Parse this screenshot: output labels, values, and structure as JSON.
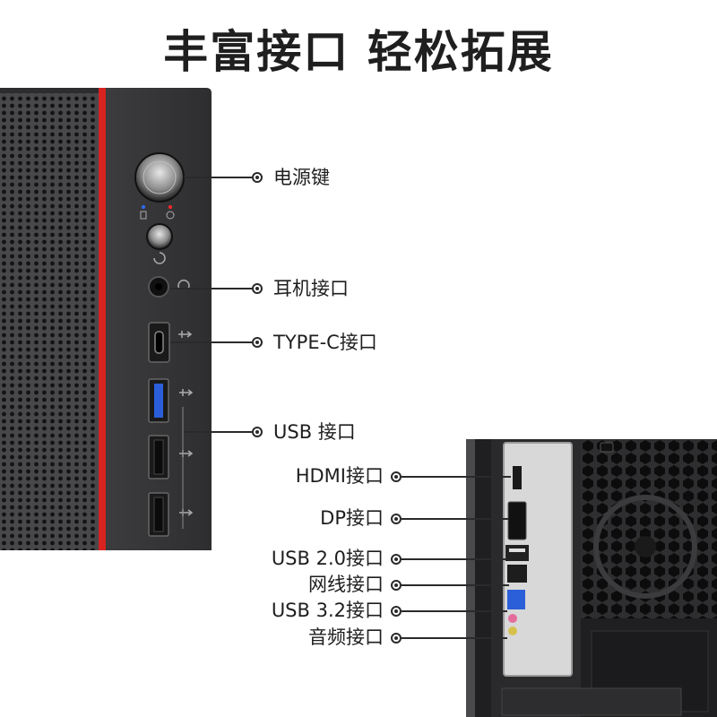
{
  "title": "丰富接口 轻松拓展",
  "front_labels": {
    "power": "电源键",
    "headphone": "耳机接口",
    "typec": "TYPE-C接口",
    "usb": "USB  接口"
  },
  "rear_labels": {
    "hdmi": "HDMI接口",
    "dp": "DP接口",
    "usb20": "USB 2.0接口",
    "lan": "网线接口",
    "usb32": "USB 3.2接口",
    "audio": "音频接口"
  },
  "colors": {
    "accent_red": "#d8221f",
    "usb3_blue": "#2b5fd9",
    "case_dark": "#3a3a3c",
    "io_plate": "#d8d8d8"
  }
}
